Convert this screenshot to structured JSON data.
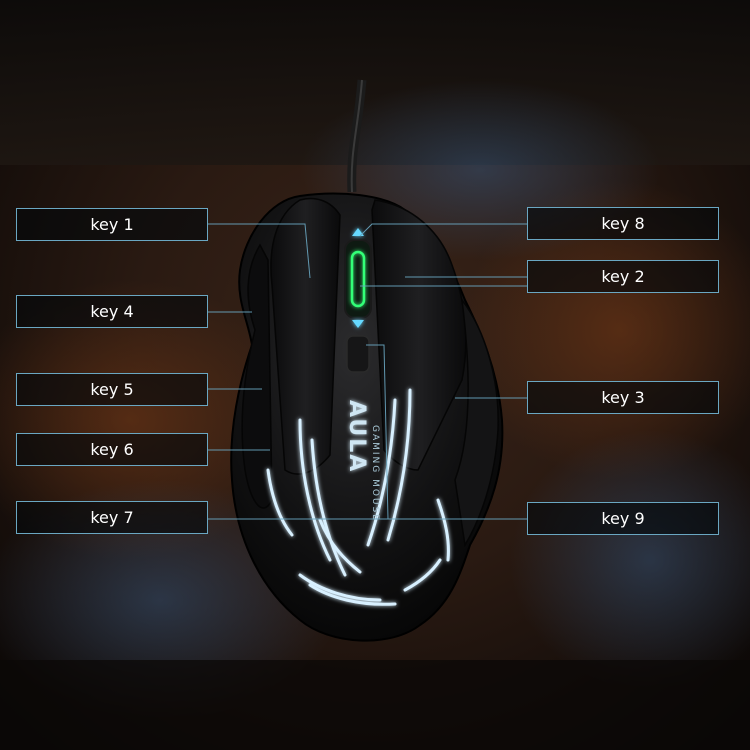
{
  "labels": {
    "key1": "key 1",
    "key2": "key 2",
    "key3": "key 3",
    "key4": "key 4",
    "key5": "key 5",
    "key6": "key 6",
    "key7": "key 7",
    "key8": "key 8",
    "key9": "key 9"
  },
  "mouse": {
    "brand": "AULA",
    "product_text": "GAMING MOUSE"
  },
  "colors": {
    "callout_line": "#6aa7c2",
    "glow": "#d8f0ff",
    "scroll_glow": "#33ff77"
  }
}
